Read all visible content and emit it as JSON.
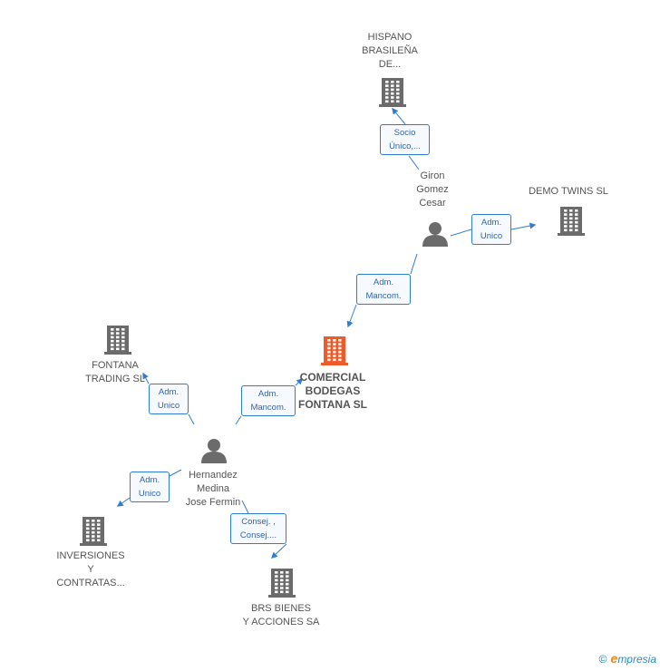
{
  "colors": {
    "company": "#6b6b6b",
    "main_company": "#f05a28",
    "person": "#6b6b6b",
    "edge": "#2e7dd1",
    "label_text": "#555555"
  },
  "nodes": {
    "comercial": {
      "label": "COMERCIAL\nBODEGAS\nFONTANA SL",
      "icon": "building-icon"
    },
    "hispano": {
      "label": "HISPANO\nBRASILEÑA\nDE...",
      "icon": "building-icon"
    },
    "giron": {
      "label": "Giron\nGomez\nCesar",
      "icon": "person-icon"
    },
    "demo": {
      "label": "DEMO TWINS SL",
      "icon": "building-icon"
    },
    "fontana_trading": {
      "label": "FONTANA\nTRADING SL",
      "icon": "building-icon"
    },
    "hernandez": {
      "label": "Hernandez\nMedina\nJose Fermin",
      "icon": "person-icon"
    },
    "inversiones": {
      "label": "INVERSIONES\nY\nCONTRATAS...",
      "icon": "building-icon"
    },
    "brs": {
      "label": "BRS BIENES\nY ACCIONES SA",
      "icon": "building-icon"
    }
  },
  "relations": {
    "giron_hispano": "Socio\nÚnico,...",
    "giron_demo": "Adm.\nUnico",
    "giron_comercial": "Adm.\nMancom.",
    "hernandez_fontana": "Adm.\nUnico",
    "hernandez_comercial": "Adm.\nMancom.",
    "hernandez_inversiones": "Adm.\nUnico",
    "hernandez_brs": "Consej. ,\nConsej...."
  },
  "footer": {
    "copyright": "©",
    "brand_first": "e",
    "brand_rest": "mpresia"
  }
}
